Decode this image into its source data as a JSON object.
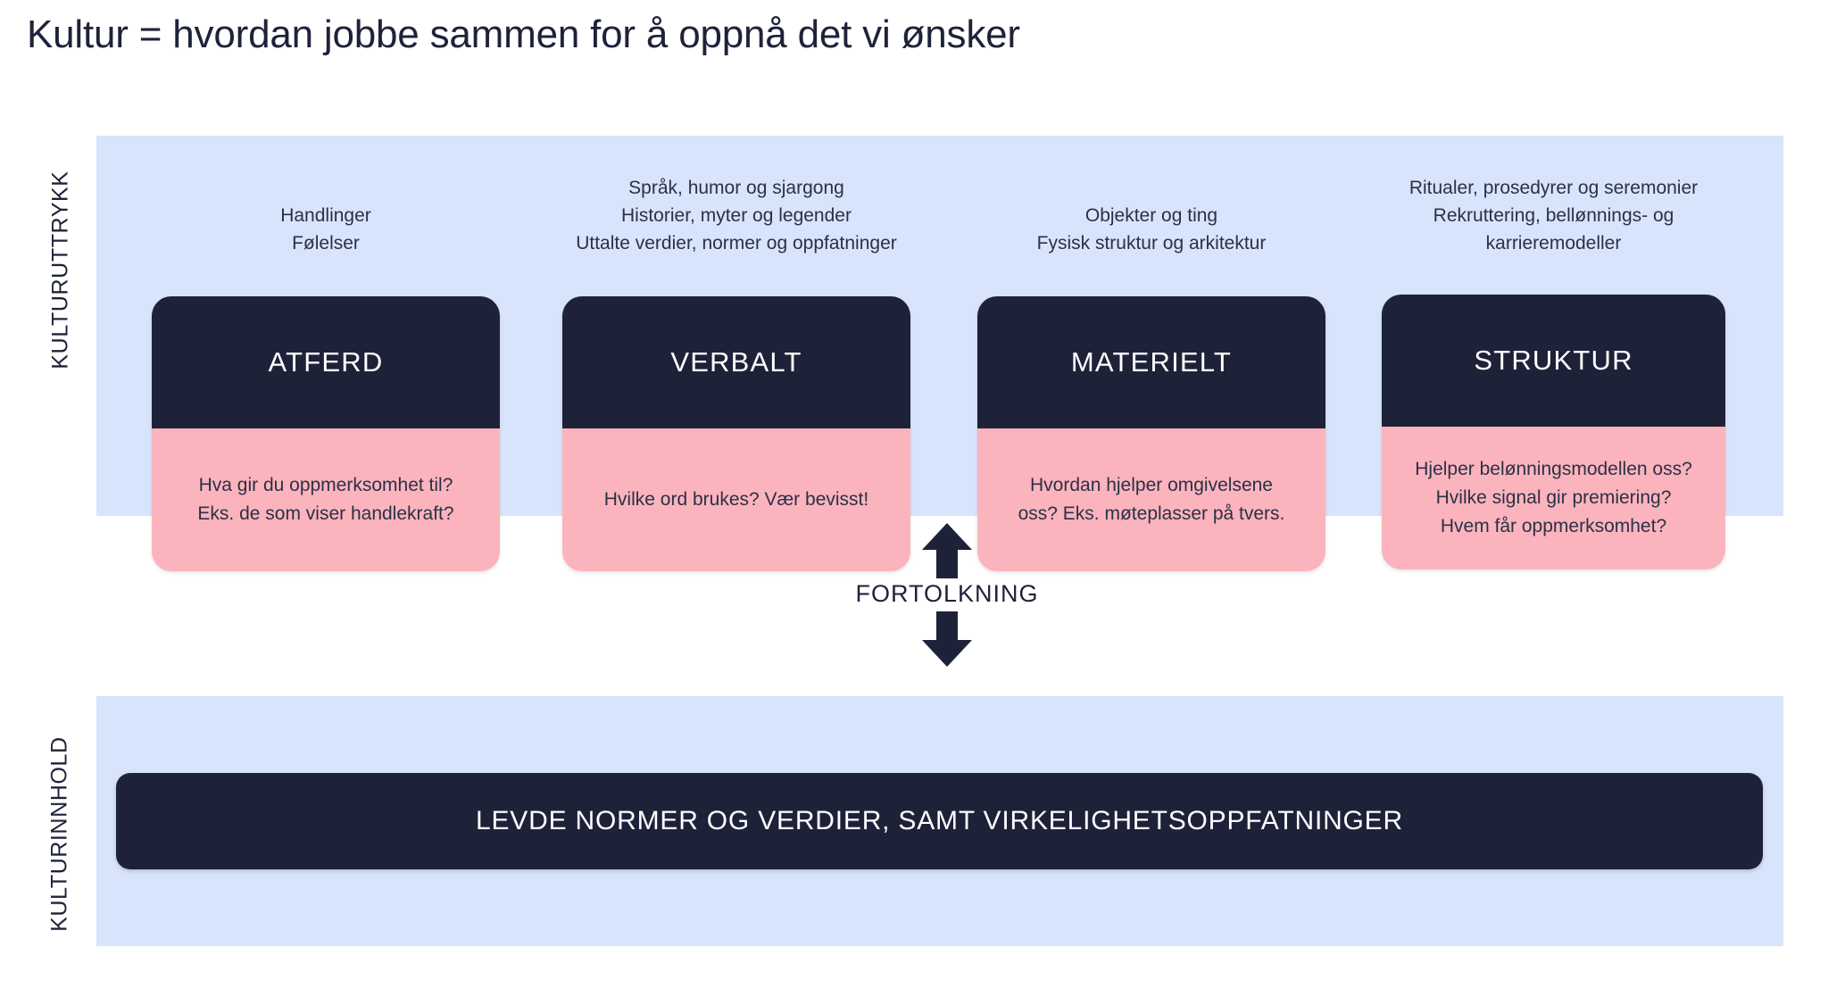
{
  "title": "Kultur = hvordan jobbe sammen for å oppnå det vi ønsker",
  "axis_labels": {
    "top": "KULTURUTTRYKK",
    "bottom": "KULTURINNHOLD"
  },
  "columns": [
    {
      "head_lines": [
        "Handlinger",
        "Følelser"
      ],
      "card_title": "ATFERD",
      "card_body_lines": [
        "Hva gir du oppmerksomhet til?",
        "Eks. de som viser handlekraft?"
      ]
    },
    {
      "head_lines": [
        "Språk, humor og sjargong",
        "Historier, myter og legender",
        "Uttalte verdier, normer og oppfatninger"
      ],
      "card_title": "VERBALT",
      "card_body_lines": [
        "Hvilke ord brukes? Vær bevisst!"
      ]
    },
    {
      "head_lines": [
        "Objekter og ting",
        "Fysisk struktur og arkitektur"
      ],
      "card_title": "MATERIELT",
      "card_body_lines": [
        "Hvordan hjelper omgivelsene",
        "oss? Eks. møteplasser på tvers."
      ]
    },
    {
      "head_lines": [
        "Ritualer, prosedyrer og seremonier",
        "Rekruttering, bellønnings- og",
        "karrieremodeller"
      ],
      "card_title": "STRUKTUR",
      "card_body_lines": [
        "Hjelper belønningsmodellen oss?",
        "Hvilke signal gir premiering?",
        "Hvem får oppmerksomhet?"
      ]
    }
  ],
  "interpretation": {
    "label": "FORTOLKNING",
    "arrow_up": "arrow-up-icon",
    "arrow_down": "arrow-down-icon"
  },
  "bottom_bar": {
    "text": "LEVDE NORMER OG VERDIER, SAMT VIRKELIGHETSOPPFATNINGER"
  },
  "colors": {
    "dark_navy": "#1e2239",
    "pink": "#fbb4bd",
    "light_blue": "#d8e4fb",
    "white": "#ffffff"
  }
}
